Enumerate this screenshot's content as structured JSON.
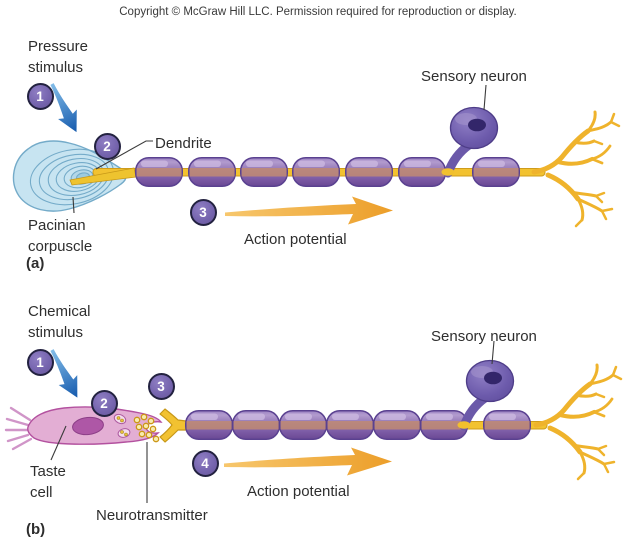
{
  "copyright": "Copyright © McGraw Hill LLC. Permission required for reproduction or display.",
  "panel_a": {
    "label": "(a)",
    "stimulus_label": "Pressure\nstimulus",
    "receptor_label": "Pacinian\ncorpuscle",
    "dendrite_label": "Dendrite",
    "sensory_neuron_label": "Sensory neuron",
    "action_potential_label": "Action potential",
    "steps": {
      "s1": "1",
      "s2": "2",
      "s3": "3"
    }
  },
  "panel_b": {
    "label": "(b)",
    "stimulus_label": "Chemical\nstimulus",
    "receptor_label": "Taste\ncell",
    "neurotransmitter_label": "Neurotransmitter",
    "sensory_neuron_label": "Sensory neuron",
    "action_potential_label": "Action potential",
    "steps": {
      "s1": "1",
      "s2": "2",
      "s3": "3",
      "s4": "4"
    }
  },
  "colors": {
    "step_badge_fill": "#7b68b2",
    "step_badge_border": "#232240",
    "myelin_purple": "#8a6db2",
    "axon_yellow": "#f2c230",
    "corpuscle_blue": "#c7e4f1",
    "taste_cell_pink": "#e3aed4",
    "neuron_body_purple": "#6a58a8",
    "stimulus_arrow_blue": "#2a6cbe",
    "action_arrow_orange": "#f0a73a"
  }
}
